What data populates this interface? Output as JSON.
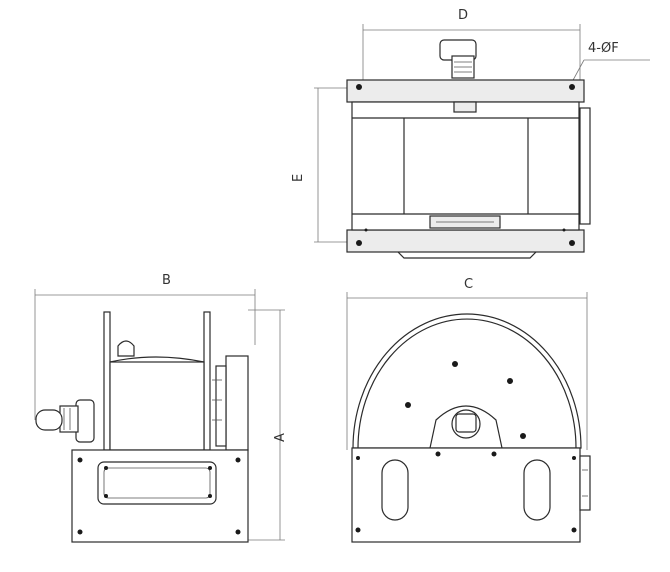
{
  "labels": {
    "dim_d": "D",
    "dim_f": "4-ØF",
    "dim_e": "E",
    "dim_b": "B",
    "dim_c": "C",
    "dim_a": "A"
  },
  "views": [
    {
      "name": "top-view"
    },
    {
      "name": "side-view"
    },
    {
      "name": "front-view"
    }
  ]
}
